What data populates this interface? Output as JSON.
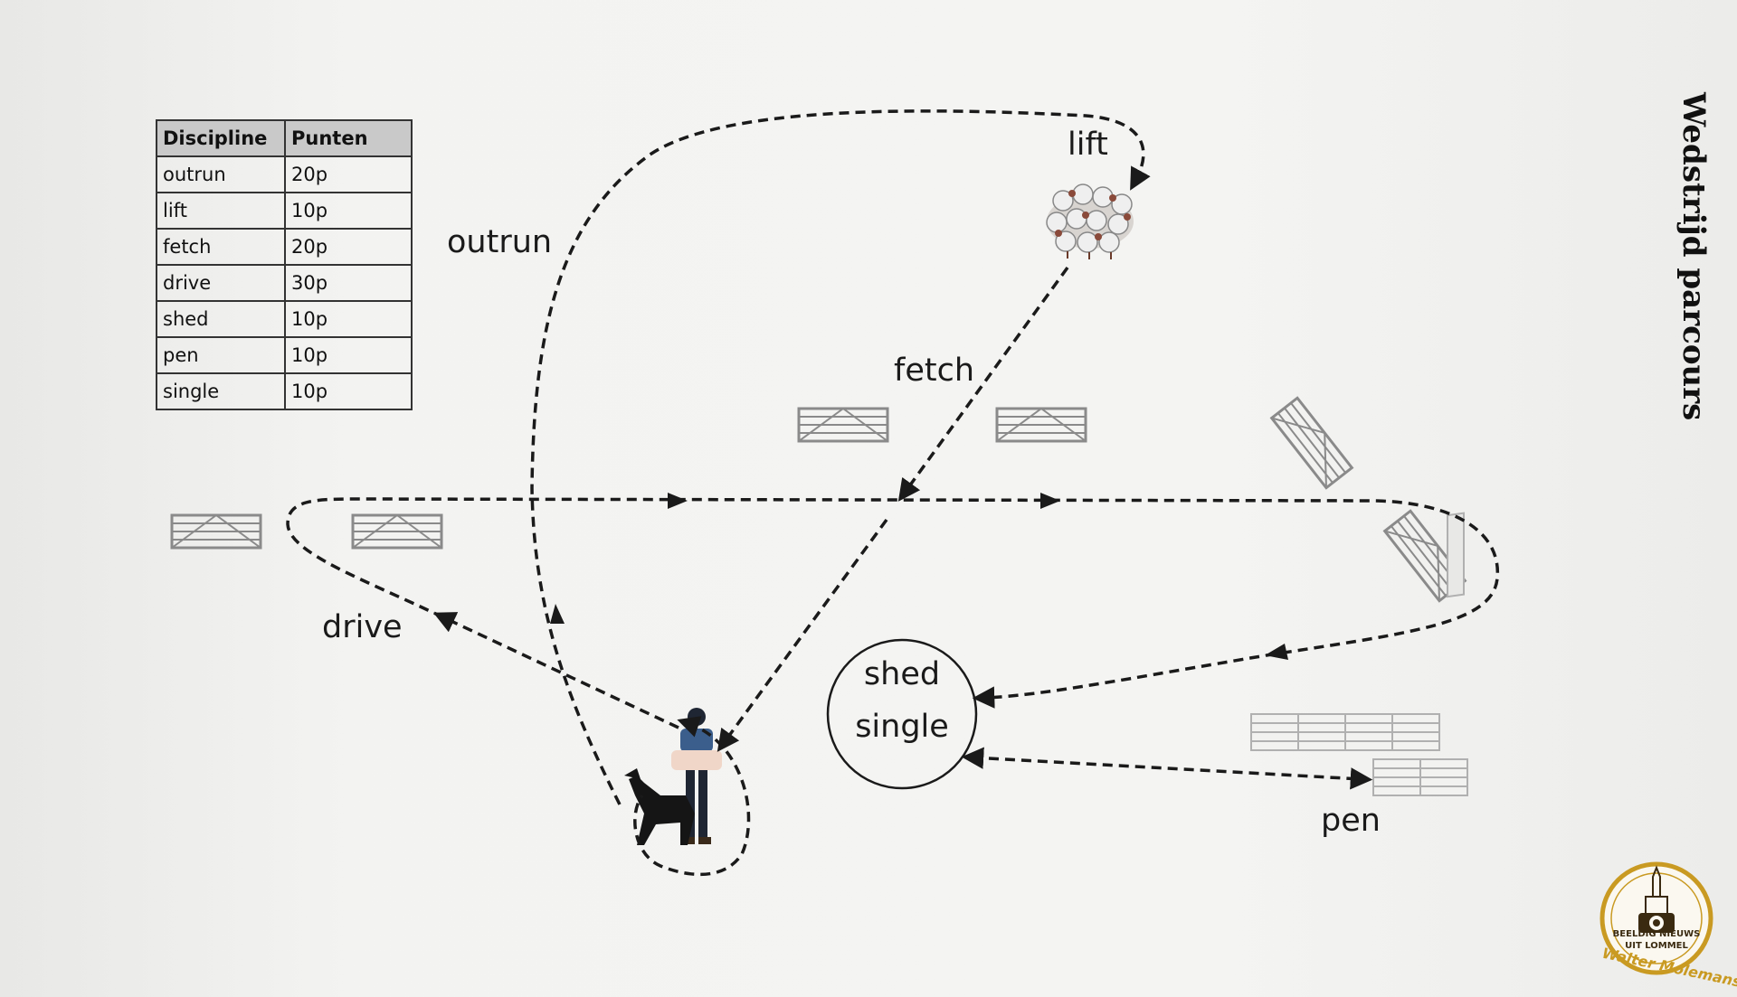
{
  "title": "Wedstrijd parcours",
  "table": {
    "headers": [
      "Discipline",
      "Punten"
    ],
    "rows": [
      [
        "outrun",
        "20p"
      ],
      [
        "lift",
        "10p"
      ],
      [
        "fetch",
        "20p"
      ],
      [
        "drive",
        "30p"
      ],
      [
        "shed",
        "10p"
      ],
      [
        "pen",
        "10p"
      ],
      [
        "single",
        "10p"
      ]
    ]
  },
  "labels": {
    "outrun": "outrun",
    "lift": "lift",
    "fetch": "fetch",
    "drive": "drive",
    "shed": "shed",
    "single": "single",
    "pen": "pen"
  },
  "logo": {
    "line1": "BEELDIG NIEUWS",
    "line2": "UIT LOMMEL",
    "line3": "Walter Molemans"
  },
  "colors": {
    "path": "#1a1a1a",
    "gate": "#8a8a8a",
    "logo_gold": "#c99a22",
    "shepherd_jacket": "#3b5e8c"
  }
}
